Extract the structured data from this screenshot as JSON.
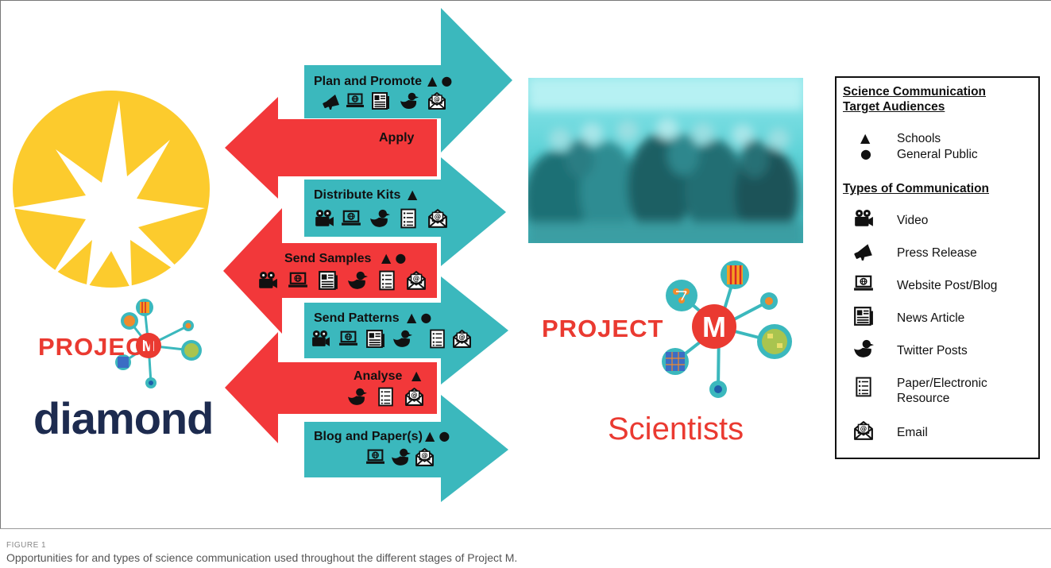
{
  "figure": {
    "label": "FIGURE 1",
    "caption": "Opportunities for and types of science communication used throughout the different stages of Project M."
  },
  "logos": {
    "project_word": "PROJECT",
    "project_letter": "M",
    "diamond_word": "diamond",
    "scientists_word": "Scientists"
  },
  "arrows": [
    {
      "label": "Plan and Promote",
      "audience": [
        "schools",
        "public"
      ],
      "icons": [
        "press-release",
        "website",
        "news",
        "twitter",
        "email"
      ],
      "color": "#3bb8bd",
      "direction": "right"
    },
    {
      "label": "Apply",
      "audience": [],
      "icons": [],
      "color": "#f2383a",
      "direction": "left"
    },
    {
      "label": "Distribute Kits",
      "audience": [
        "schools"
      ],
      "icons": [
        "video",
        "website",
        "twitter",
        "paper",
        "email"
      ],
      "color": "#3bb8bd",
      "direction": "right"
    },
    {
      "label": "Send Samples",
      "audience": [
        "schools",
        "public"
      ],
      "icons": [
        "video",
        "website",
        "news",
        "twitter",
        "paper",
        "email"
      ],
      "color": "#f2383a",
      "direction": "left"
    },
    {
      "label": "Send Patterns",
      "audience": [
        "schools",
        "public"
      ],
      "icons": [
        "video",
        "website",
        "news",
        "twitter",
        "paper",
        "email"
      ],
      "color": "#3bb8bd",
      "direction": "right"
    },
    {
      "label": "Analyse",
      "audience": [
        "schools"
      ],
      "icons": [
        "twitter",
        "paper",
        "email"
      ],
      "color": "#f2383a",
      "direction": "left"
    },
    {
      "label": "Blog and Paper(s)",
      "audience": [
        "schools",
        "public"
      ],
      "icons": [
        "website",
        "twitter",
        "email"
      ],
      "color": "#3bb8bd",
      "direction": "right"
    }
  ],
  "legend": {
    "audience_heading_1": "Science Communication",
    "audience_heading_2": "Target Audiences",
    "audiences": [
      {
        "symbol": "▲",
        "label": "Schools"
      },
      {
        "symbol": "●",
        "label": "General Public"
      }
    ],
    "types_heading": "Types of Communication",
    "types": [
      {
        "icon": "video",
        "label": "Video"
      },
      {
        "icon": "press-release",
        "label": "Press Release"
      },
      {
        "icon": "website",
        "label": "Website Post/Blog"
      },
      {
        "icon": "news",
        "label": "News Article"
      },
      {
        "icon": "twitter",
        "label": "Twitter Posts"
      },
      {
        "icon": "paper",
        "label": "Paper/Electronic Resource"
      },
      {
        "icon": "email",
        "label": "Email"
      }
    ]
  },
  "colors": {
    "teal": "#3bb8bd",
    "red": "#f2383a",
    "sun": "#fccb2d",
    "project_red": "#ea3a31",
    "diamond_navy": "#1d2b4f"
  }
}
